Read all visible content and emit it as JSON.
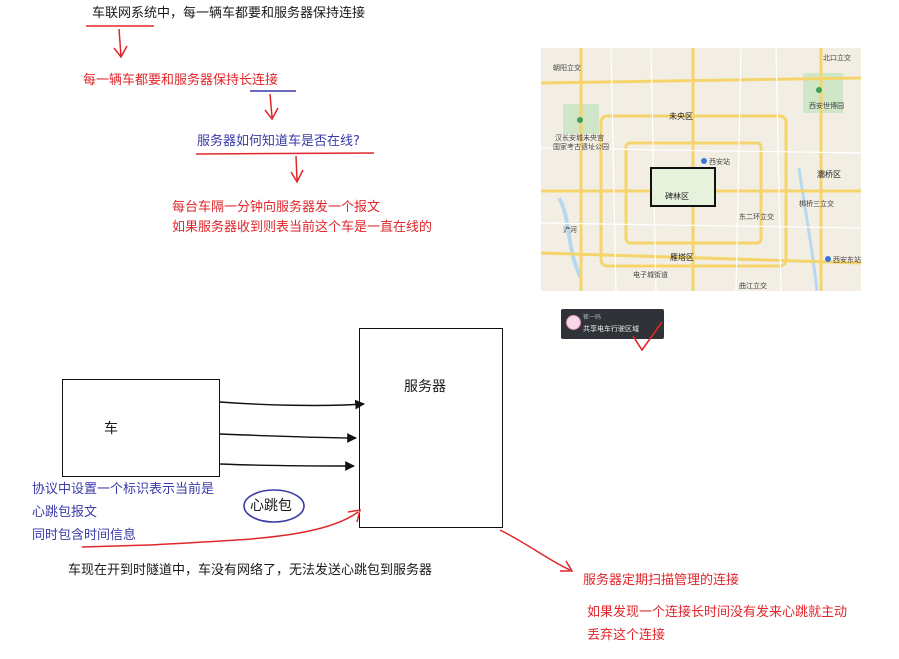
{
  "colors": {
    "ink": "#111111",
    "red_ink": "#e0262b",
    "blue_ink": "#3a3aa8"
  },
  "texts": {
    "line1": "车联网系统中，每一辆车都要和服务器保持连接",
    "line2": "每一辆车都要和服务器保持长连接",
    "question": "服务器如何知道车是否在线?",
    "answer1": "每台车隔一分钟向服务器发一个报文",
    "answer2": "如果服务器收到则表当前这个车是一直在线的"
  },
  "diagram": {
    "car_label": "车",
    "server_label": "服务器",
    "heartbeat_label": "心跳包",
    "protocol1": "协议中设置一个标识表示当前是",
    "protocol2": "心跳包报文",
    "protocol3": "同时包含时间信息",
    "tunnel": "车现在开到时隧道中，车没有网络了，无法发送心跳包到服务器",
    "scan": "服务器定期扫描管理的连接",
    "drop1": "如果发现一个连接长时间没有发来心跳就主动",
    "drop2": "丢弃这个连接"
  },
  "map": {
    "district_weiyang": "未央区",
    "district_beilin": "碑林区",
    "district_yanta": "雁塔区",
    "district_baqiao": "灞桥区",
    "poi_xian_station": "西安站",
    "poi_xian_east": "西安东站",
    "poi_expo": "西安世博园",
    "poi_hanchang": "汉长安城未央宫",
    "poi_hanchang2": "国家考古遗址公园",
    "poi_bridge_n": "朝阳立交",
    "poi_dongsan": "东二环立交",
    "poi_guanghua": "梆桥三立交",
    "poi_dianzi": "电子城街道",
    "poi_qujiang": "曲江立交",
    "poi_bei": "北口立交",
    "poi_hu": "浐河"
  },
  "chat": {
    "name": "崔一码",
    "message": "共享电车行驶区域"
  }
}
